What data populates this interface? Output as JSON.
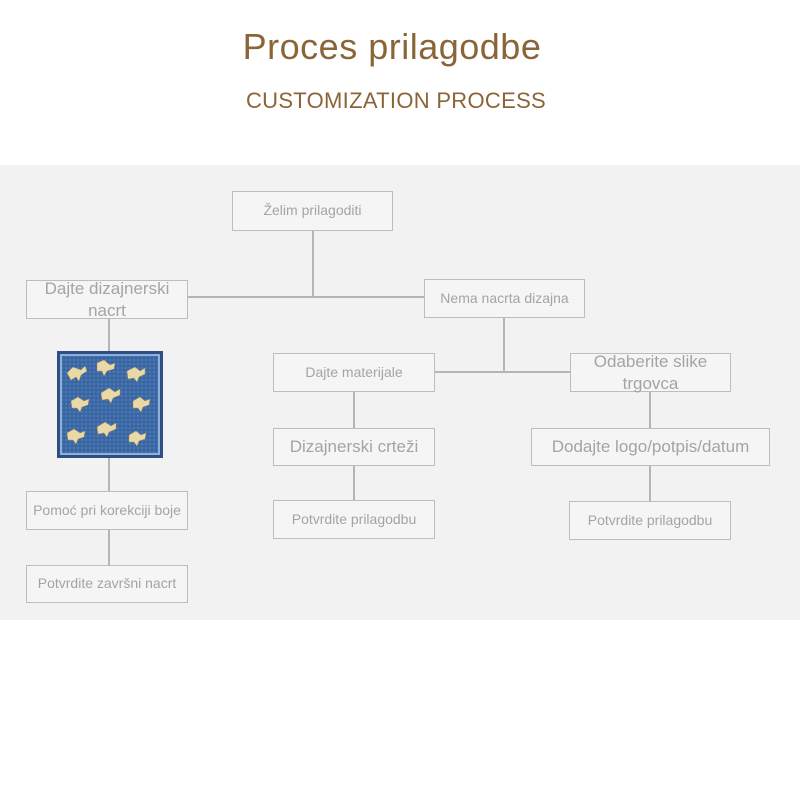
{
  "header": {
    "title": "Proces prilagodbe",
    "subtitle": "CUSTOMIZATION PROCESS"
  },
  "colors": {
    "title": "#8a6538",
    "panel_bg": "#f2f2f2",
    "node_border": "#bdbdbd",
    "node_text": "#a4a4a4",
    "connector": "#b5b5b5",
    "scarf_blue": "#3d6aa6",
    "scarf_border": "#2e4f86",
    "scarf_figures": "#ead9a8"
  },
  "diagram": {
    "root": "Želim prilagoditi",
    "left_branch": {
      "label": "Dajte dizajnerski nacrt",
      "image": "scarf-sample-image",
      "steps": [
        "Pomoć pri korekciji boje",
        "Potvrdite završni nacrt"
      ]
    },
    "right_branch": {
      "label": "Nema nacrta dizajna",
      "option_a": {
        "label": "Dajte materijale",
        "steps": [
          "Dizajnerski crteži",
          "Potvrdite prilagodbu"
        ]
      },
      "option_b": {
        "label": "Odaberite slike trgovca",
        "steps": [
          "Dodajte logo/potpis/datum",
          "Potvrdite prilagodbu"
        ]
      }
    }
  }
}
